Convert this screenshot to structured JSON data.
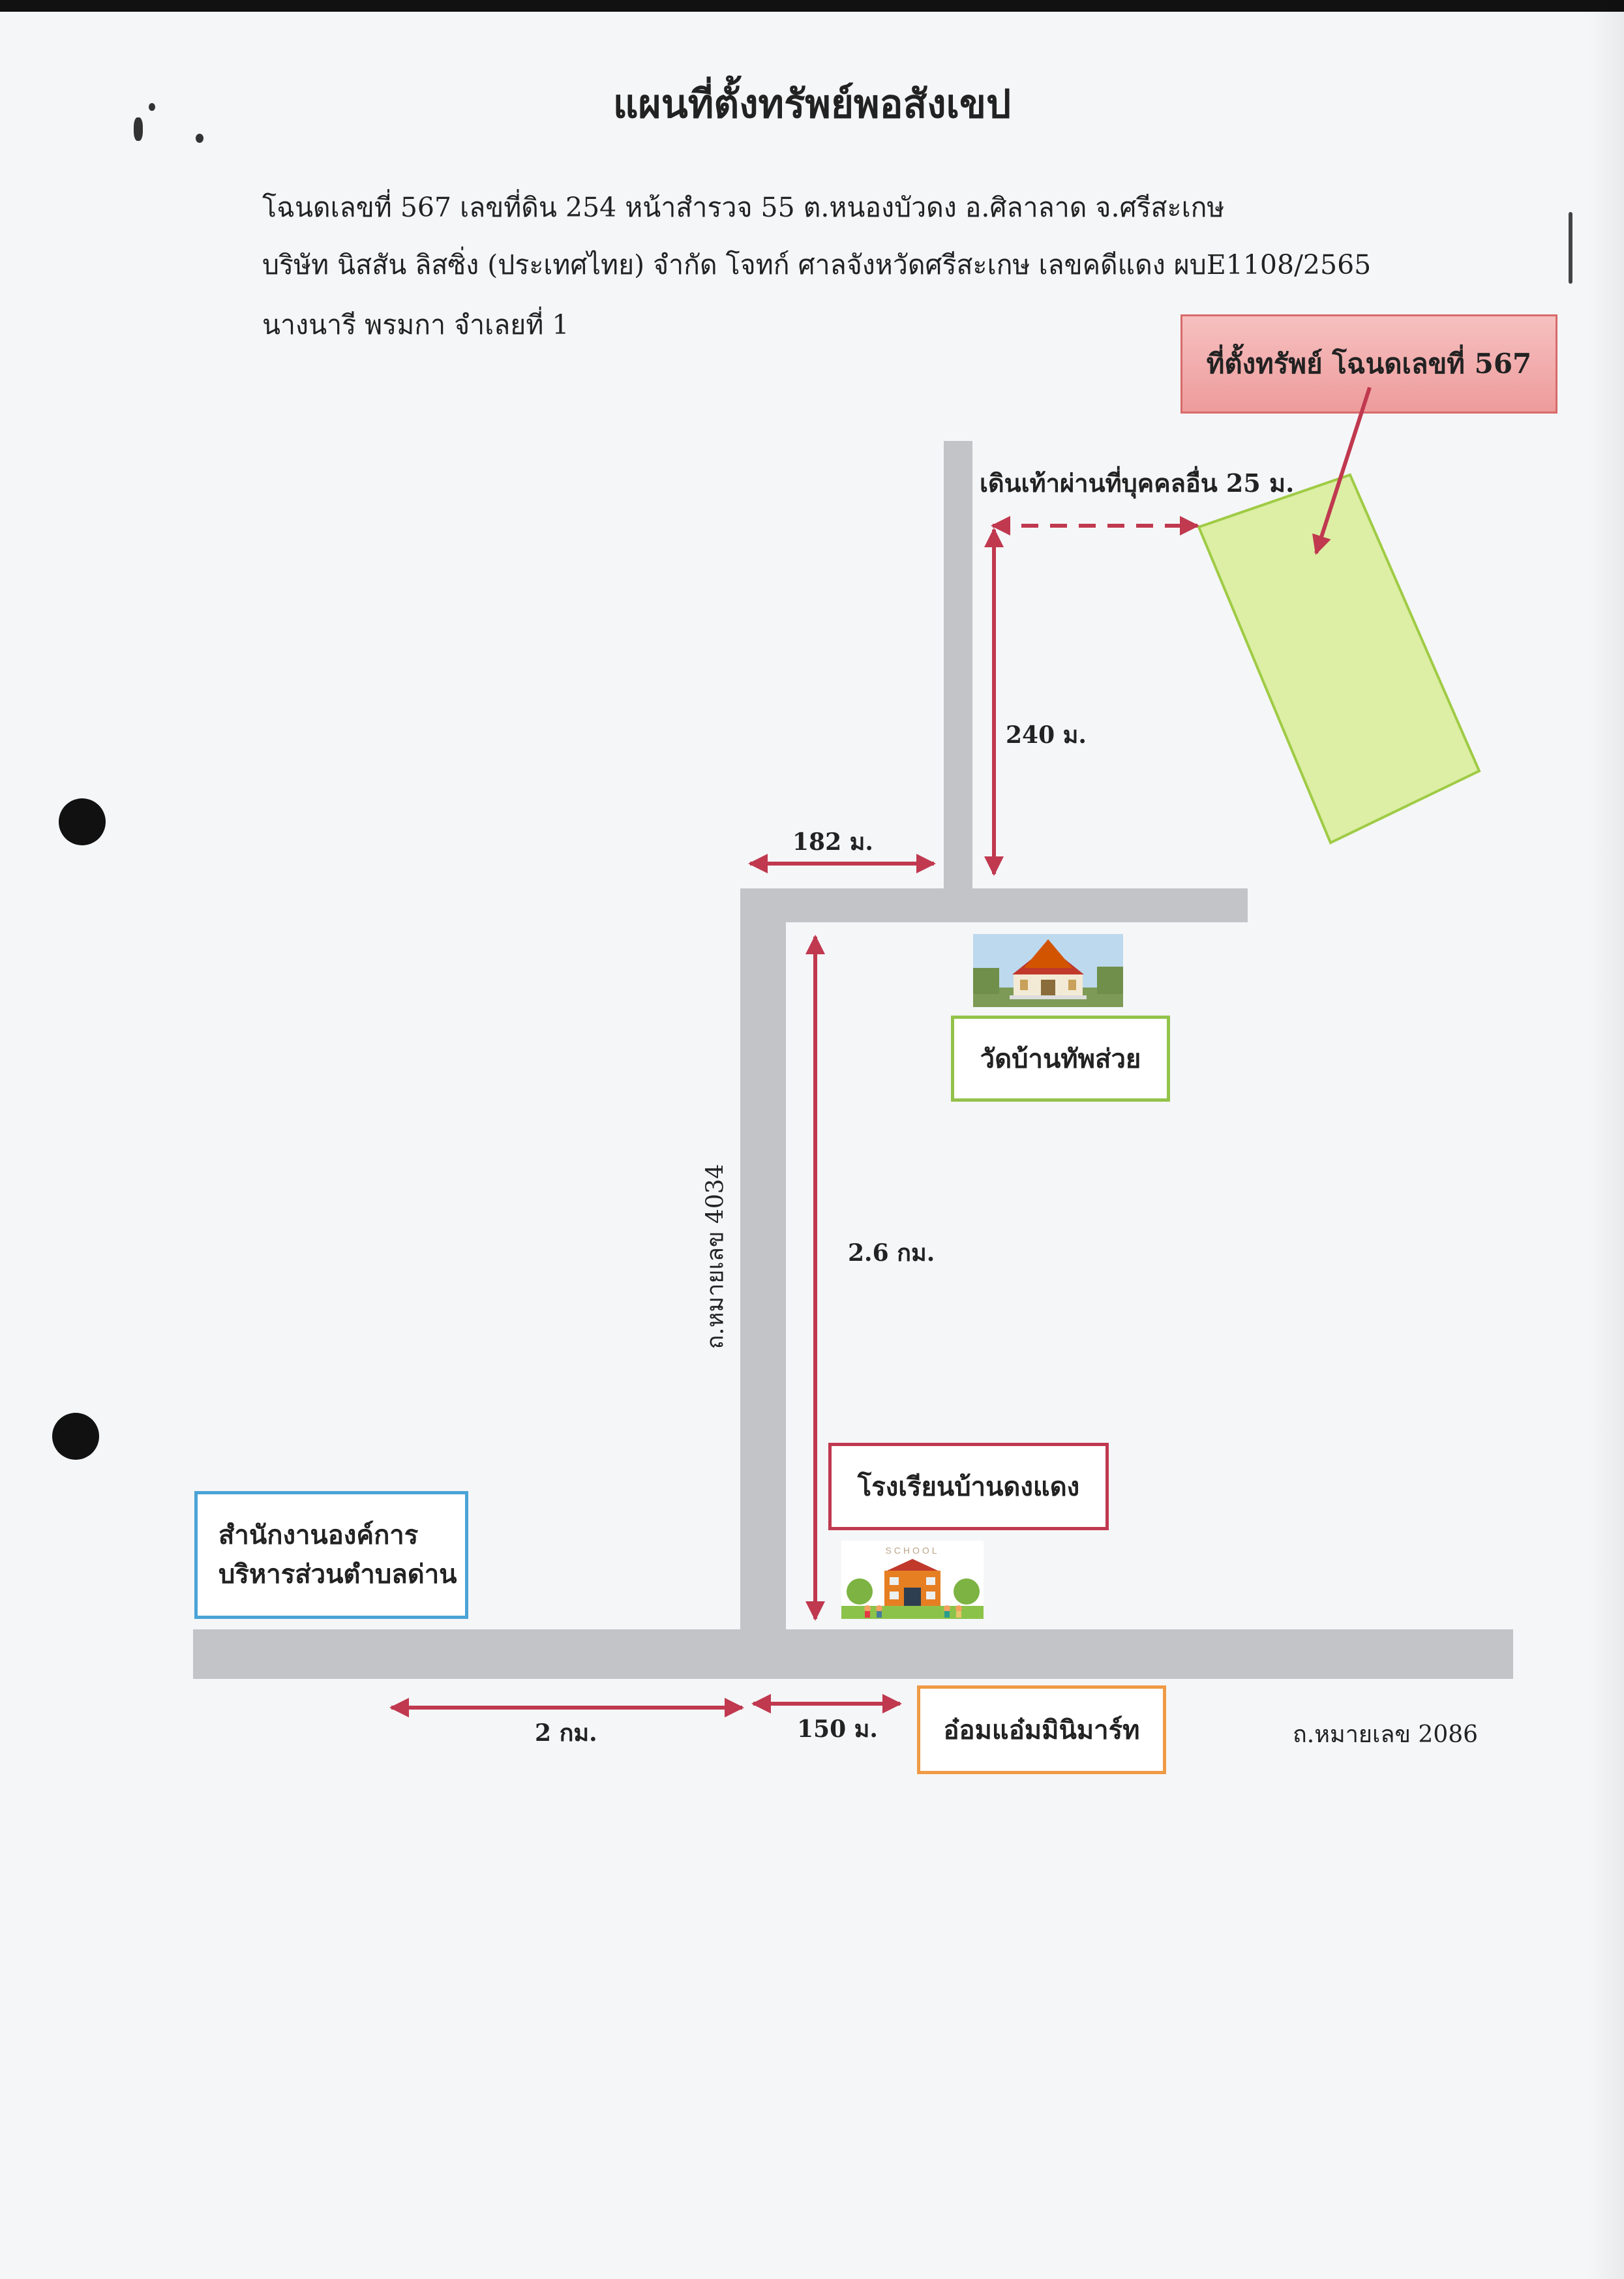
{
  "title": "แผนที่ตั้งทรัพย์พอสังเขป",
  "header_lines": [
    "โฉนดเลขที่ 567 เลขที่ดิน 254 หน้าสำรวจ 55 ต.หนองบัวดง อ.ศิลาลาด จ.ศรีสะเกษ",
    "บริษัท นิสสัน ลิสซิ่ง (ประเทศไทย) จำกัด โจทก์  ศาลจังหวัดศรีสะเกษ  เลขคดีแดง ผบE1108/2565",
    "นางนารี พรมกา จำเลยที่ 1"
  ],
  "property_label": "ที่ตั้งทรัพย์ โฉนดเลขที่ 567",
  "walk_note": "เดินเท้าผ่านที่บุคคลอื่น 25 ม.",
  "distances": {
    "north_road": "240 ม.",
    "junction_offset": "182 ม.",
    "road_4034": "2.6 กม.",
    "main_west": "2 กม.",
    "main_east": "150 ม."
  },
  "places": {
    "temple": "วัดบ้านทัพส่วย",
    "school": "โรงเรียนบ้านดงแดง",
    "office_line1": "สำนักงานองค์การ",
    "office_line2": "บริหารส่วนตำบลด่าน",
    "shop": "อ๋อมแอ๋มมินิมาร์ท"
  },
  "school_sign": "SCHOOL",
  "roads": {
    "road_4034": "ถ.หมายเลข 4034",
    "road_2086": "ถ.หมายเลข 2086"
  },
  "colors": {
    "road": "#c3c4c8",
    "arrow": "#c0394f",
    "property_fill": "#dcefa4",
    "property_border": "#9fcb45",
    "temple_border": "#93c24a",
    "school_border": "#c0394f",
    "office_border": "#4aa3d6",
    "shop_border": "#ef9a45",
    "label_fill": "#f2a9a9"
  }
}
